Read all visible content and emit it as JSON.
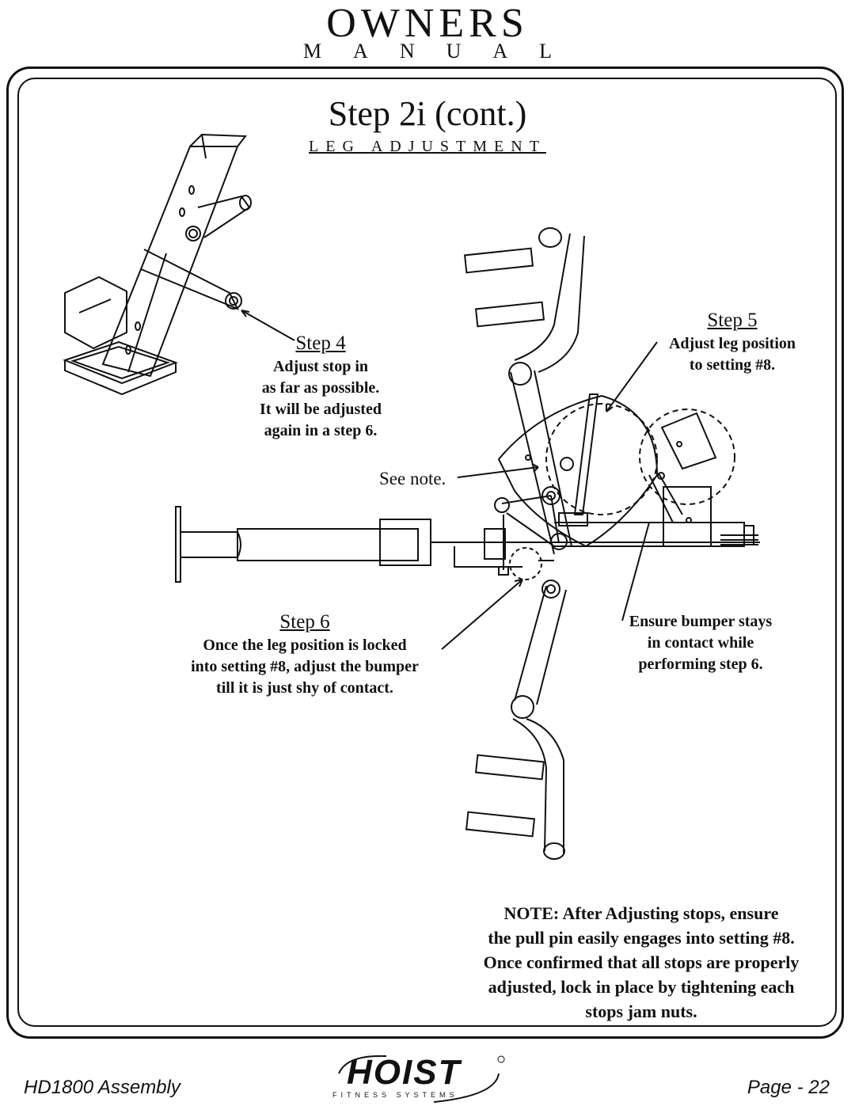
{
  "header": {
    "title": "OWNERS",
    "subtitle": "MANUAL"
  },
  "page": {
    "step_title": "Step 2i (cont.)",
    "step_subtitle": "LEG ADJUSTMENT"
  },
  "labels": {
    "step4": {
      "heading": "Step 4",
      "text": "Adjust stop in\nas far as possible.\nIt will be adjusted\nagain in a step 6."
    },
    "step5": {
      "heading": "Step 5",
      "text": "Adjust leg position\nto setting #8."
    },
    "step6": {
      "heading": "Step 6",
      "text": "Once the leg position is locked\ninto setting #8, adjust the bumper\ntill it is just shy of contact."
    },
    "bumper": "Ensure bumper stays\nin contact while\nperforming step 6.",
    "see_note": "See note."
  },
  "note": "NOTE: After Adjusting stops, ensure\nthe pull pin easily engages into setting #8.\nOnce confirmed that all stops are properly\nadjusted, lock in place by tightening each\nstops jam nuts.",
  "footer": {
    "model": "HD1800 Assembly",
    "page": "Page - 22",
    "logo_word": "HOIST",
    "logo_tagline": "FITNESS SYSTEMS"
  }
}
